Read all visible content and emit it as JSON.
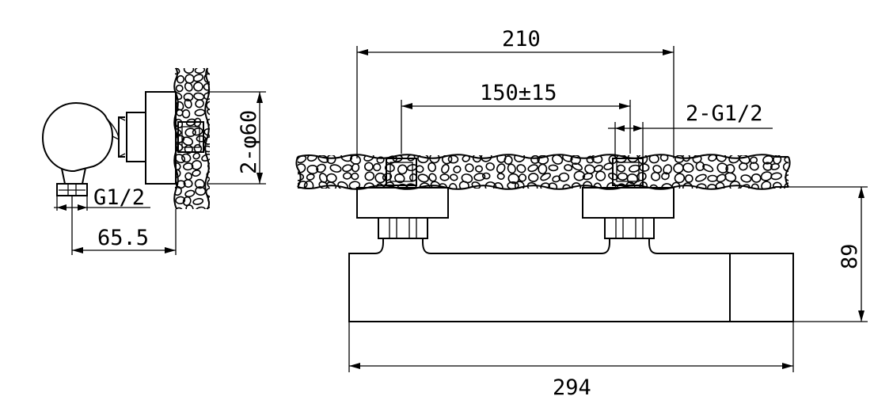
{
  "dimensions": {
    "overall_length": "294",
    "center_spacing": "210",
    "adjustable_spacing": "150±15",
    "inlet_thread": "2-G1/2",
    "height": "89",
    "flange_diameter": "2-φ60",
    "outlet_thread": "G1/2",
    "side_projection": "65.5"
  },
  "colors": {
    "line": "#000000",
    "background": "#ffffff"
  }
}
